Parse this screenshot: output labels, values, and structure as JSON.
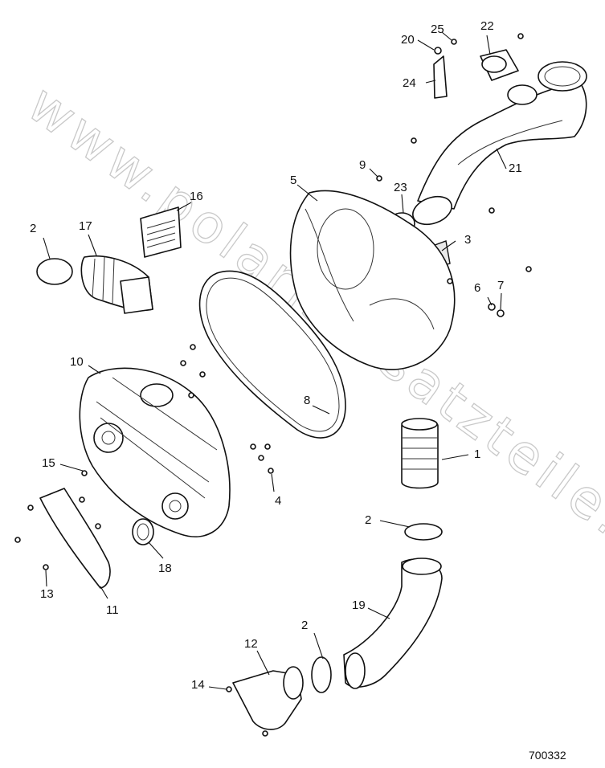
{
  "watermark": "www.polarisersatzteile.de",
  "diagram_code": "700332",
  "callouts": {
    "c1": "1",
    "c2a": "2",
    "c2b": "2",
    "c2c": "2",
    "c3": "3",
    "c4": "4",
    "c5": "5",
    "c6": "6",
    "c7": "7",
    "c8": "8",
    "c9": "9",
    "c10": "10",
    "c11": "11",
    "c12": "12",
    "c13": "13",
    "c14": "14",
    "c15": "15",
    "c16": "16",
    "c17": "17",
    "c18": "18",
    "c19": "19",
    "c20": "20",
    "c21": "21",
    "c22": "22",
    "c23": "23",
    "c24": "24",
    "c25": "25"
  }
}
